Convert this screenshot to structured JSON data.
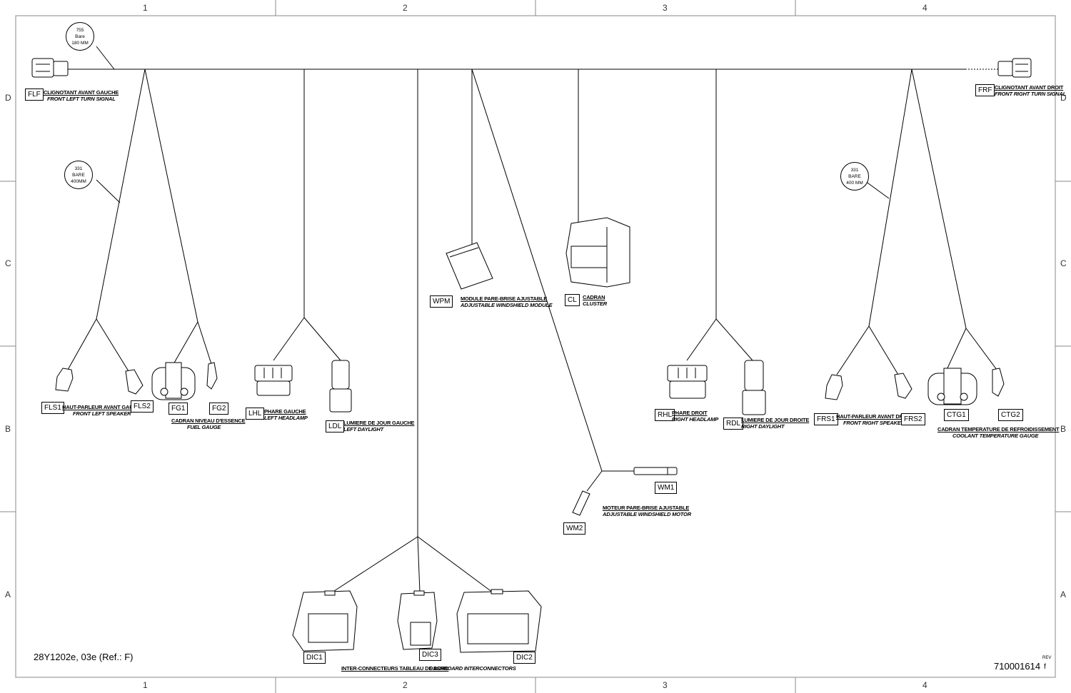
{
  "grid": {
    "columns": [
      "1",
      "2",
      "3",
      "4"
    ],
    "rows": [
      "D",
      "C",
      "B",
      "A"
    ]
  },
  "footer": {
    "drawing_ref": "28Y1202e, 03e (Ref.: F)",
    "part_number": "710001614",
    "rev_label": "REV",
    "rev_value": "f"
  },
  "wires": [
    {
      "id": "w1",
      "lines": [
        "755",
        "Bare",
        "180 MM"
      ]
    },
    {
      "id": "w2",
      "lines": [
        "331",
        "BARE",
        "400MM"
      ]
    },
    {
      "id": "w3",
      "lines": [
        "331",
        "BARE",
        "400 MM"
      ]
    }
  ],
  "connectors": {
    "FLF": {
      "code": "FLF",
      "fr": "CLIGNOTANT AVANT GAUCHE",
      "en": "FRONT LEFT TURN SIGNAL"
    },
    "FRF": {
      "code": "FRF",
      "fr": "CLIGNOTANT AVANT DROIT",
      "en": "FRONT RIGHT TURN SIGNAL"
    },
    "FLS1": {
      "code": "FLS1"
    },
    "FLS2": {
      "code": "FLS2"
    },
    "FLS": {
      "fr": "HAUT-PARLEUR AVANT GAUCHE",
      "en": "FRONT LEFT SPEAKER"
    },
    "FG1": {
      "code": "FG1"
    },
    "FG2": {
      "code": "FG2"
    },
    "FG": {
      "fr": "CADRAN NIVEAU D'ESSENCE",
      "en": "FUEL GAUGE"
    },
    "LHL": {
      "code": "LHL",
      "fr": "PHARE GAUCHE",
      "en": "LEFT HEADLAMP"
    },
    "LDL": {
      "code": "LDL",
      "fr": "LUMIERE DE JOUR GAUCHE",
      "en": "LEFT DAYLIGHT"
    },
    "WPM": {
      "code": "WPM",
      "fr": "MODULE PARE-BRISE AJUSTABLE",
      "en": "ADJUSTABLE WINDSHIELD MODULE"
    },
    "CL": {
      "code": "CL",
      "fr": "CADRAN",
      "en": "CLUSTER"
    },
    "RHL": {
      "code": "RHL",
      "fr": "PHARE DROIT",
      "en": "RIGHT HEADLAMP"
    },
    "RDL": {
      "code": "RDL",
      "fr": "LUMIERE DE JOUR DROITE",
      "en": "RIGHT DAYLIGHT"
    },
    "FRS1": {
      "code": "FRS1"
    },
    "FRS2": {
      "code": "FRS2"
    },
    "FRS": {
      "fr": "HAUT-PARLEUR AVANT DROIT",
      "en": "FRONT RIGHT SPEAKER"
    },
    "CTG1": {
      "code": "CTG1"
    },
    "CTG2": {
      "code": "CTG2"
    },
    "CTG": {
      "fr": "CADRAN TEMPERATURE DE REFROIDISSEMENT",
      "en": "COOLANT TEMPERATURE GAUGE"
    },
    "WM1": {
      "code": "WM1"
    },
    "WM2": {
      "code": "WM2"
    },
    "WM": {
      "fr": "MOTEUR PARE-BRISE AJUSTABLE",
      "en": "ADJUSTABLE WINDSHIELD MOTOR"
    },
    "DIC1": {
      "code": "DIC1"
    },
    "DIC2": {
      "code": "DIC2"
    },
    "DIC3": {
      "code": "DIC3"
    },
    "DIC": {
      "fr": "INTER-CONNECTEURS TABLEAU DE BORD",
      "en": "DASHBOARD INTERCONNECTORS"
    }
  }
}
